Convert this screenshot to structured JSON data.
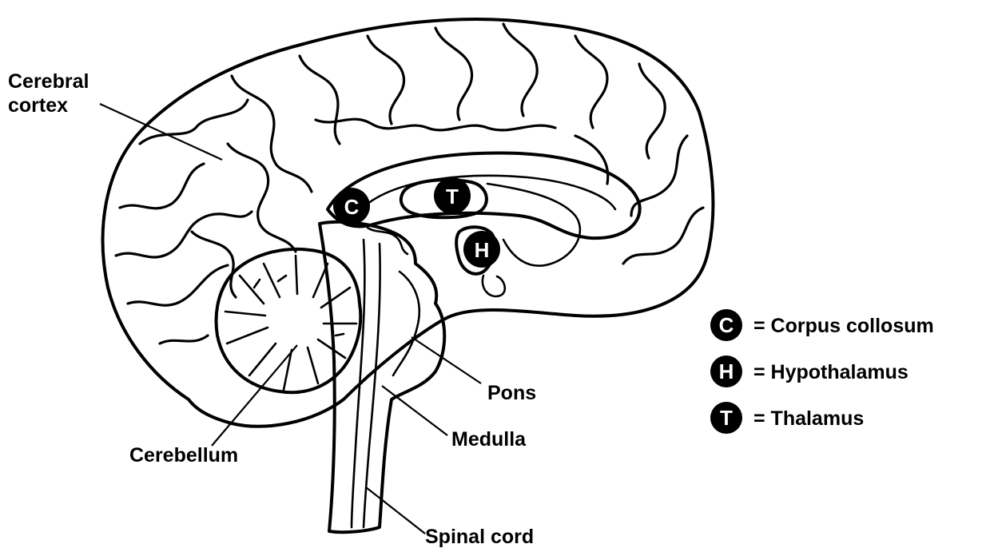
{
  "labels": {
    "cerebral_cortex_line1": "Cerebral",
    "cerebral_cortex_line2": "cortex",
    "cerebellum": "Cerebellum",
    "pons": "Pons",
    "medulla": "Medulla",
    "spinal_cord": "Spinal cord"
  },
  "badges": {
    "corpus_collosum": "C",
    "thalamus": "T",
    "hypothalamus": "H"
  },
  "legend": [
    {
      "letter": "C",
      "text": "= Corpus collosum"
    },
    {
      "letter": "H",
      "text": "= Hypothalamus"
    },
    {
      "letter": "T",
      "text": "= Thalamus"
    }
  ],
  "colors": {
    "ink": "#000000",
    "background": "#ffffff"
  }
}
